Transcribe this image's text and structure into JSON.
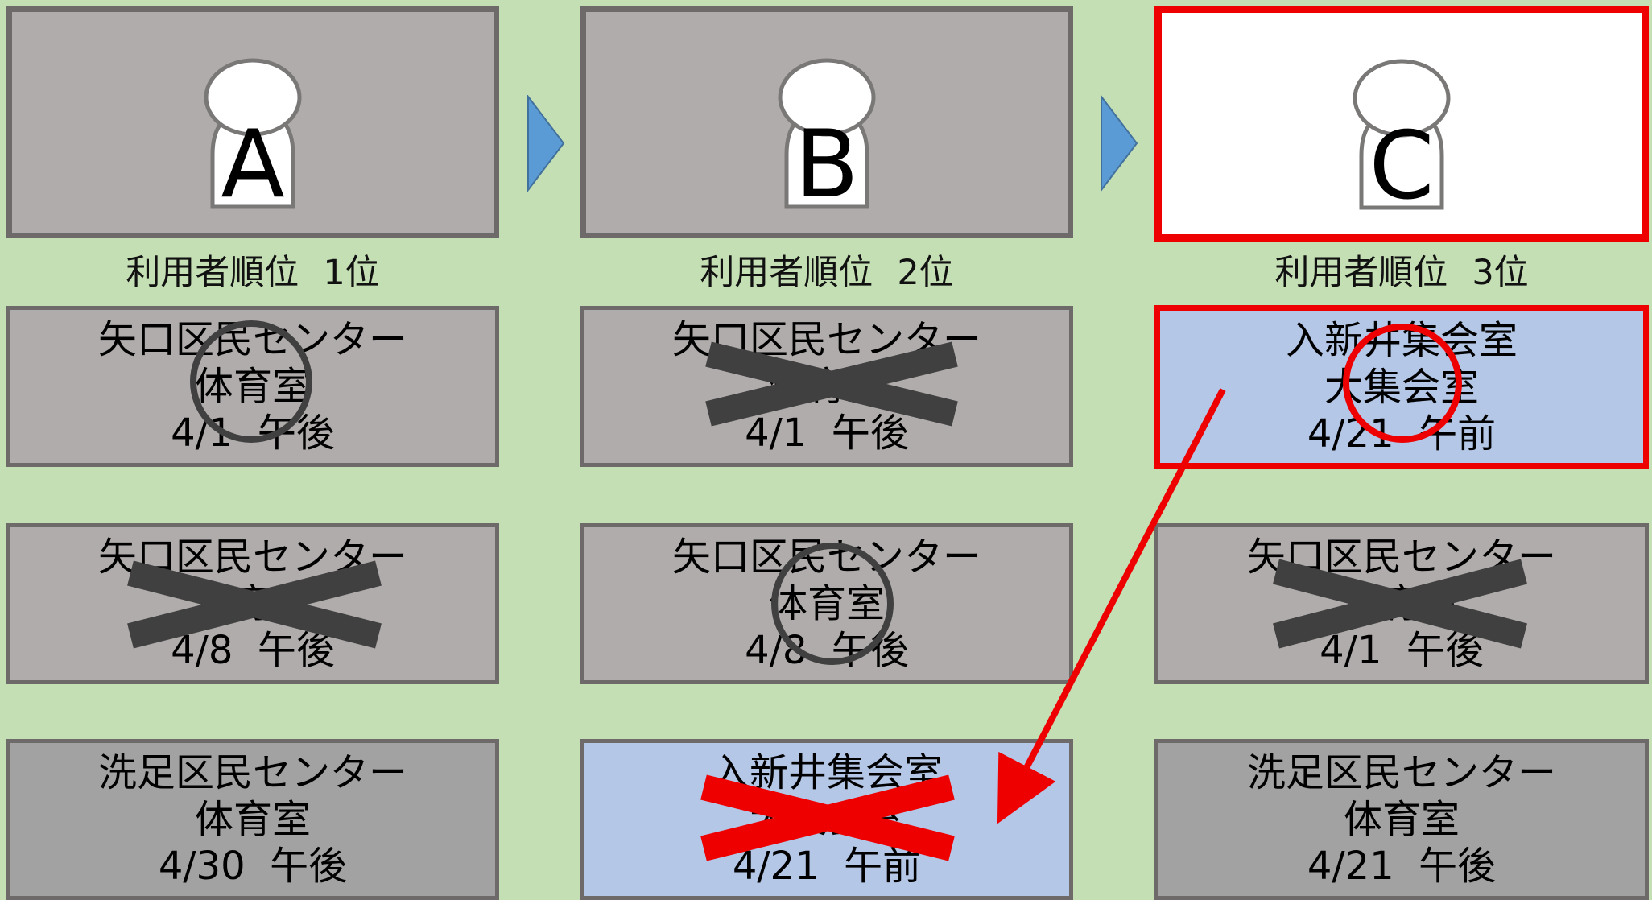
{
  "users": [
    {
      "letter": "A",
      "rank_label": "利用者順位",
      "rank": "1位"
    },
    {
      "letter": "B",
      "rank_label": "利用者順位",
      "rank": "2位"
    },
    {
      "letter": "C",
      "rank_label": "利用者順位",
      "rank": "3位"
    }
  ],
  "slots": [
    [
      {
        "facility": "矢口区民センター",
        "room": "体育室",
        "date": "4/1",
        "period": "午後",
        "mark": "circle"
      },
      {
        "facility": "矢口区民センター",
        "room": "体育室",
        "date": "4/8",
        "period": "午後",
        "mark": "cross"
      },
      {
        "facility": "洗足区民センター",
        "room": "体育室",
        "date": "4/30",
        "period": "午後",
        "mark": "none"
      }
    ],
    [
      {
        "facility": "矢口区民センター",
        "room": "体育室",
        "date": "4/1",
        "period": "午後",
        "mark": "cross"
      },
      {
        "facility": "矢口区民センター",
        "room": "体育室",
        "date": "4/8",
        "period": "午後",
        "mark": "circle"
      },
      {
        "facility": "入新井集会室",
        "room": "大集会室",
        "date": "4/21",
        "period": "午前",
        "mark": "red-cross"
      }
    ],
    [
      {
        "facility": "入新井集会室",
        "room": "大集会室",
        "date": "4/21",
        "period": "午前",
        "mark": "red-circle"
      },
      {
        "facility": "矢口区民センター",
        "room": "体育室",
        "date": "4/1",
        "period": "午後",
        "mark": "cross"
      },
      {
        "facility": "洗足区民センター",
        "room": "体育室",
        "date": "4/21",
        "period": "午後",
        "mark": "none"
      }
    ]
  ],
  "colors": {
    "background": "#c5dfb5",
    "box_gray": "#b0acab",
    "box_border": "#6e6a69",
    "box_blue": "#b4c7e7",
    "highlight_red": "#ee0000",
    "mark_dark": "#404040",
    "arrow_blue": "#5b9bd5"
  }
}
